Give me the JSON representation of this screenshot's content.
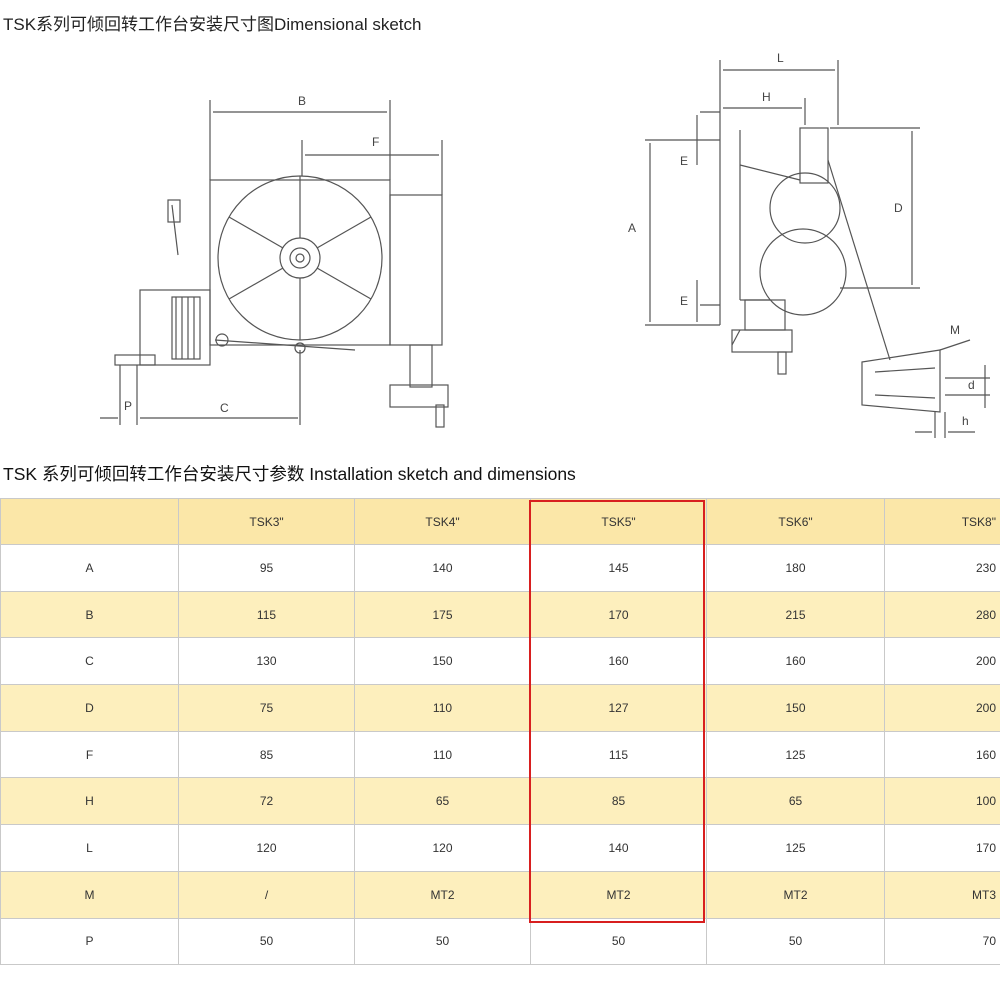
{
  "header": {
    "sketch_title": "TSK系列可倾回转工作台安装尺寸图Dimensional sketch",
    "table_title": "TSK 系列可倾回转工作台安装尺寸参数 Installation sketch and dimensions"
  },
  "sketch_labels": {
    "B": "B",
    "F": "F",
    "C": "C",
    "P": "P",
    "L": "L",
    "H": "H",
    "E": "E",
    "A": "A",
    "D": "D",
    "M": "M",
    "d": "d",
    "h": "h"
  },
  "table": {
    "columns": [
      "",
      "TSK3\"",
      "TSK4\"",
      "TSK5\"",
      "TSK6\"",
      "TSK8\""
    ],
    "rows": [
      {
        "label": "A",
        "values": [
          "95",
          "140",
          "145",
          "180",
          "230"
        ]
      },
      {
        "label": "B",
        "values": [
          "115",
          "175",
          "170",
          "215",
          "280"
        ]
      },
      {
        "label": "C",
        "values": [
          "130",
          "150",
          "160",
          "160",
          "200"
        ]
      },
      {
        "label": "D",
        "values": [
          "75",
          "110",
          "127",
          "150",
          "200"
        ]
      },
      {
        "label": "F",
        "values": [
          "85",
          "110",
          "115",
          "125",
          "160"
        ]
      },
      {
        "label": "H",
        "values": [
          "72",
          "65",
          "85",
          "65",
          "100"
        ]
      },
      {
        "label": "L",
        "values": [
          "120",
          "120",
          "140",
          "125",
          "170"
        ]
      },
      {
        "label": "M",
        "values": [
          "/",
          "MT2",
          "MT2",
          "MT2",
          "MT3"
        ]
      },
      {
        "label": "P",
        "values": [
          "50",
          "50",
          "50",
          "50",
          "70"
        ]
      }
    ]
  },
  "colors": {
    "header_bg": "#fbe7a8",
    "alt_row_bg": "#fdefbd",
    "highlight": "#d81f1f"
  }
}
